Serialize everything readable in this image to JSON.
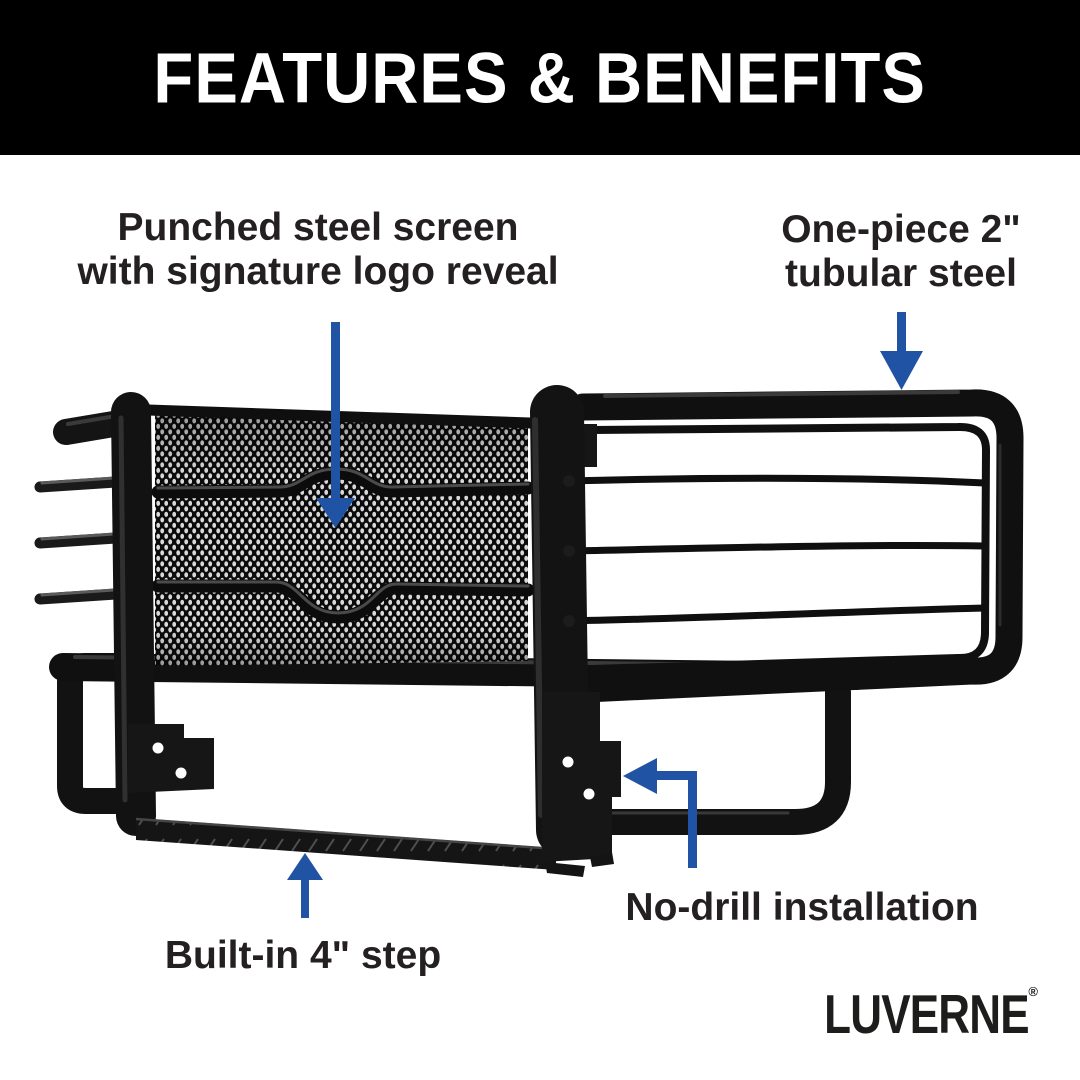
{
  "header": {
    "title": "FEATURES & BENEFITS"
  },
  "callouts": {
    "punched_screen": {
      "line1": "Punched steel screen",
      "line2": "with signature logo reveal"
    },
    "tubular_steel": {
      "line1": "One-piece 2\"",
      "line2": "tubular steel"
    },
    "no_drill": {
      "label": "No-drill installation"
    },
    "step": {
      "label": "Built-in 4\" step"
    }
  },
  "brand": {
    "name": "LUVERNE",
    "registered_mark": "®"
  },
  "colors": {
    "accent_blue": "#2153a4",
    "text": "#242021",
    "header_background": "#000000",
    "page_background": "#ffffff",
    "product_black": "#111111"
  },
  "product": {
    "description": "black steel grille guard with punched mesh screen, brush bars, mounting brackets and step"
  }
}
